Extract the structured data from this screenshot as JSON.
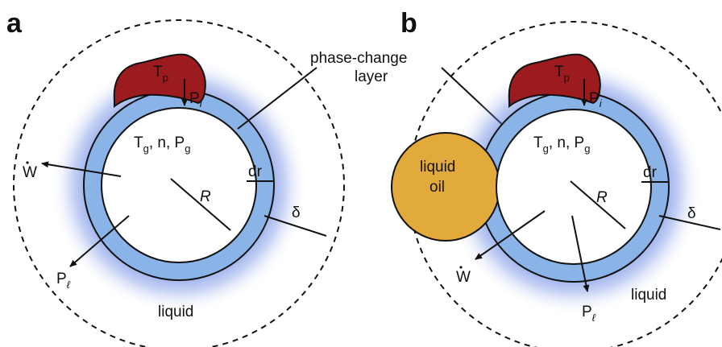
{
  "panels": [
    {
      "label": "a",
      "particle_temp": "T",
      "particle_temp_sub": "p",
      "inner_pressure": "P",
      "inner_pressure_sub": "i",
      "gas_T": "T",
      "gas_T_sub": "g",
      "gas_n": ", n, ",
      "gas_P": "P",
      "gas_P_sub": "g",
      "thickness": "dr",
      "radius": "R",
      "boundary": "δ",
      "work": "W",
      "liquid_pressure": "P",
      "liquid_pressure_sub": "ℓ",
      "medium": "liquid"
    },
    {
      "label": "b",
      "particle_temp": "T",
      "particle_temp_sub": "p",
      "inner_pressure": "P",
      "inner_pressure_sub": "i",
      "gas_T": "T",
      "gas_T_sub": "g",
      "gas_n": ", n, ",
      "gas_P": "P",
      "gas_P_sub": "g",
      "thickness": "dr",
      "radius": "R",
      "boundary": "δ",
      "work": "W",
      "liquid_pressure": "P",
      "liquid_pressure_sub": "ℓ",
      "medium": "liquid",
      "oil_line1": "liquid",
      "oil_line2": "oil"
    }
  ],
  "shared": {
    "layer_line1": "phase-change",
    "layer_line2": "layer"
  },
  "colors": {
    "shell": "#8ab4e8",
    "glow": "#3e63d6",
    "particle": "#9b1b1f",
    "oil": "#e2a93b"
  }
}
